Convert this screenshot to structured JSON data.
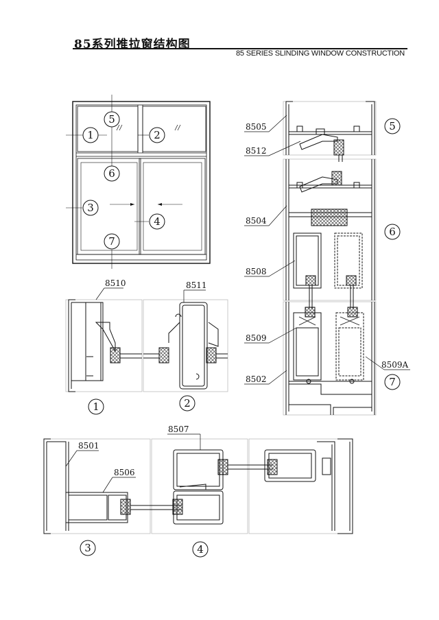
{
  "title_cn": "85系列推拉窗结构图",
  "title_en": "85 SERIES SLINDING WINDOW CONSTRUCTION",
  "elevation_callouts": [
    "1",
    "2",
    "3",
    "4",
    "5",
    "6",
    "7"
  ],
  "section_callouts": {
    "s1": "1",
    "s2": "2",
    "s3": "3",
    "s4": "4",
    "s5": "5",
    "s6": "6",
    "s7": "7"
  },
  "part_labels": {
    "p8505": "8505",
    "p8512": "8512",
    "p8504": "8504",
    "p8508": "8508",
    "p8509": "8509",
    "p8509A": "8509A",
    "p8502": "8502",
    "p8510": "8510",
    "p8511": "8511",
    "p8501": "8501",
    "p8506": "8506",
    "p8507": "8507"
  },
  "colors": {
    "line": "#111111",
    "panel_border": "#bbbbbb",
    "hatch": "#444444"
  }
}
